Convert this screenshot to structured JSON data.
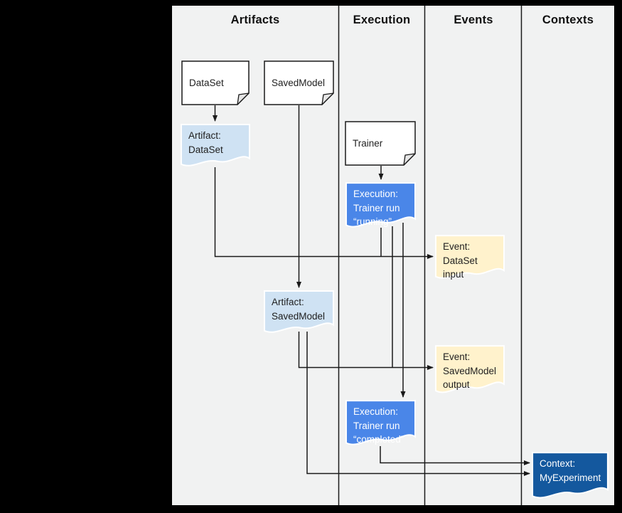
{
  "columns": [
    {
      "label": "Artifacts"
    },
    {
      "label": "Execution"
    },
    {
      "label": "Events"
    },
    {
      "label": "Contexts"
    }
  ],
  "nodes": {
    "dataset": {
      "label": "DataSet"
    },
    "savedmodel": {
      "label": "SavedModel"
    },
    "trainer": {
      "label": "Trainer"
    },
    "artifact_dataset": {
      "line1": "Artifact:",
      "line2": "DataSet"
    },
    "execution_running": {
      "line1": "Execution:",
      "line2": "Trainer run",
      "line3": "“running”"
    },
    "event_dataset_input": {
      "line1": "Event:",
      "line2": "DataSet input"
    },
    "artifact_savedmodel": {
      "line1": "Artifact:",
      "line2": "SavedModel"
    },
    "event_savedmodel_output": {
      "line1": "Event:",
      "line2": "SavedModel",
      "line3": "output"
    },
    "execution_completed": {
      "line1": "Execution:",
      "line2": "Trainer run",
      "line3": "“completed”"
    },
    "context_myexperiment": {
      "line1": "Context:",
      "line2": "MyExperiment"
    }
  },
  "colors": {
    "background": "#000000",
    "canvas": "#f1f2f2",
    "line": "#1a1a1a",
    "doc_fill": "#ffffff",
    "artifact_fill": "#cfe2f3",
    "execution_fill": "#4a86e8",
    "event_fill": "#fff2cc",
    "context_fill": "#14589e",
    "text_dark": "#1f1f1f",
    "text_light": "#ffffff"
  }
}
